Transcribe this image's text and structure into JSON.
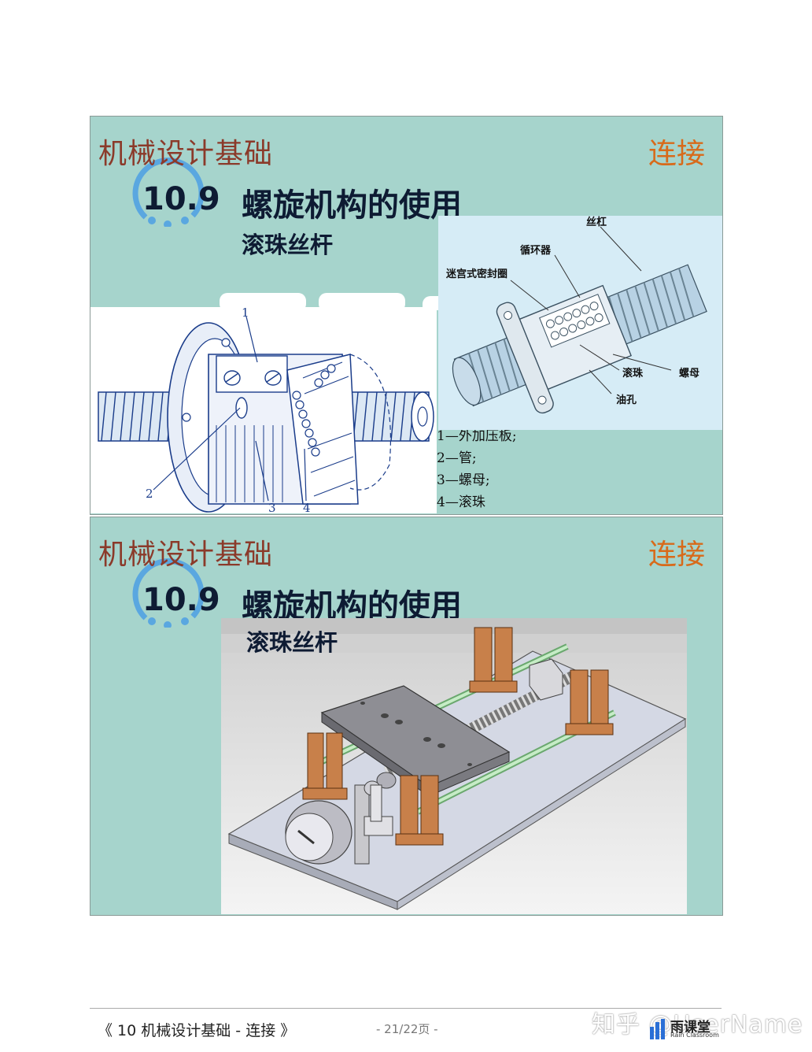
{
  "slides": [
    {
      "course": "机械设计基础",
      "topic": "连接",
      "section_number": "10.9",
      "section_title": "螺旋机构的使用",
      "subtitle": "滚珠丝杆",
      "figure_labels": {
        "screw": "丝杠",
        "circulator": "循环器",
        "seal": "迷宫式密封圈",
        "balls": "滚珠",
        "nut": "螺母",
        "oil_hole": "油孔"
      },
      "part_numbers": [
        "1",
        "2",
        "3",
        "4"
      ],
      "legend": [
        "1—外加压板;",
        "2—管;",
        "3—螺母;",
        "4—滚珠"
      ]
    },
    {
      "course": "机械设计基础",
      "topic": "连接",
      "section_number": "10.9",
      "section_title": "螺旋机构的使用",
      "subtitle": "滚珠丝杆"
    }
  ],
  "footer": {
    "doc_title": "《 10 机械设计基础 - 连接 》",
    "page": "- 21/22页 -"
  },
  "watermark": {
    "text": "知乎 @UserName",
    "logo_main": "雨课堂",
    "logo_sub": "Rain Classroom"
  },
  "colors": {
    "slide_bg": "#a6d4cc",
    "course_color": "#8b3a2a",
    "topic_color": "#d86a1a",
    "title_color": "#0e1b33",
    "ring_color": "#5aa7e0"
  }
}
